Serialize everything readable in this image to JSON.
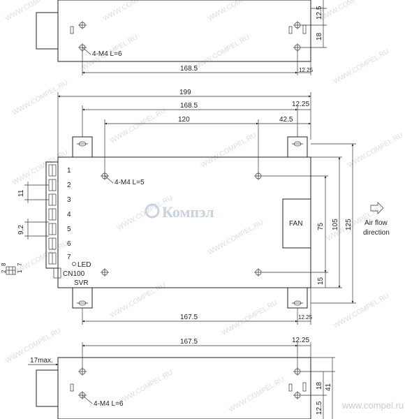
{
  "watermark": {
    "text": "WWW.COMPEL.RU",
    "logo": "Компэл",
    "corner": "www.compel.ru"
  },
  "top_view": {
    "dim_168_5": "168.5",
    "dim_12_25": "12.25",
    "dim_12_5": "12.5",
    "dim_18": "18",
    "screw_note": "4-M4 L=6"
  },
  "front_view": {
    "dim_199": "199",
    "dim_168_5": "168.5",
    "dim_12_25": "12.25",
    "dim_120": "120",
    "dim_42_5": "42.5",
    "dim_167_5": "167.5",
    "dim_12_25_bottom": "12.25",
    "dim_125": "125",
    "dim_105": "105",
    "dim_75": "75",
    "dim_15": "15",
    "dim_11": "11",
    "dim_9_2": "9.2",
    "screw_note": "4-M4 L=5",
    "fan_label": "FAN",
    "terminals": [
      "1",
      "2",
      "3",
      "4",
      "5",
      "6",
      "7"
    ],
    "led_label": "LED",
    "cn_label": "CN100",
    "svr_label": "SVR",
    "connector_pins": {
      "a": "1",
      "b": "7",
      "c": "2",
      "d": "8"
    },
    "airflow_line1": "Air flow",
    "airflow_line2": "direction"
  },
  "bottom_view": {
    "dim_167_5": "167.5",
    "dim_12_25": "12.25",
    "dim_17max": "17max.",
    "dim_18": "18",
    "dim_41": "41",
    "dim_12_5": "12.5",
    "screw_note": "4-M4 L=6"
  }
}
